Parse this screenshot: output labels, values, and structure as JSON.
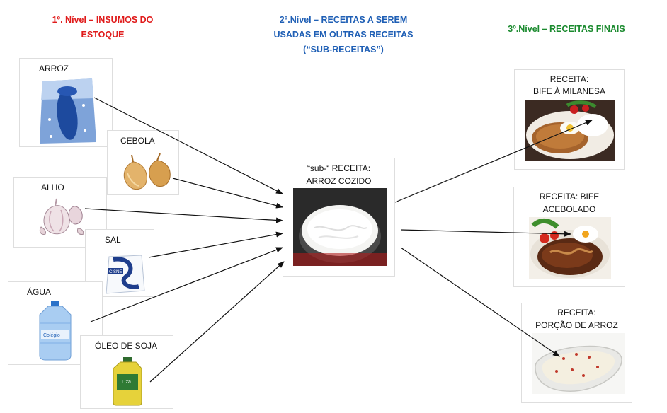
{
  "headers": {
    "level1": {
      "line1": "1º. Nível – INSUMOS DO",
      "line2": "ESTOQUE",
      "color": "#e01b1b"
    },
    "level2": {
      "line1": "2º.Nível – RECEITAS A SEREM",
      "line2": "USADAS EM OUTRAS RECEITAS",
      "line3": "(“SUB-RECEITAS”)",
      "color": "#1f5fb5"
    },
    "level3": {
      "line1": "3º.Nível – RECEITAS FINAIS",
      "color": "#1a8a2e"
    }
  },
  "ingredients": [
    {
      "label": "ARROZ",
      "icon": "rice-bag-icon"
    },
    {
      "label": "CEBOLA",
      "icon": "onion-icon"
    },
    {
      "label": "ALHO",
      "icon": "garlic-icon"
    },
    {
      "label": "SAL",
      "icon": "salt-package-icon"
    },
    {
      "label": "ÁGUA",
      "icon": "water-jug-icon"
    },
    {
      "label": "ÓLEO DE SOJA",
      "icon": "oil-bottle-icon"
    }
  ],
  "sub_recipe": {
    "line1": "“sub-“ RECEITA:",
    "line2": "ARROZ COZIDO",
    "icon": "cooked-rice-pot-icon"
  },
  "final_recipes": [
    {
      "line1": "RECEITA:",
      "line2": "BIFE À MILANESA",
      "icon": "breaded-steak-plate-icon"
    },
    {
      "line1": "RECEITA: BIFE",
      "line2": "ACEBOLADO",
      "icon": "steak-onions-plate-icon"
    },
    {
      "line1": "RECEITA:",
      "line2": "PORÇÃO DE ARROZ",
      "icon": "rice-bowl-icon"
    }
  ]
}
